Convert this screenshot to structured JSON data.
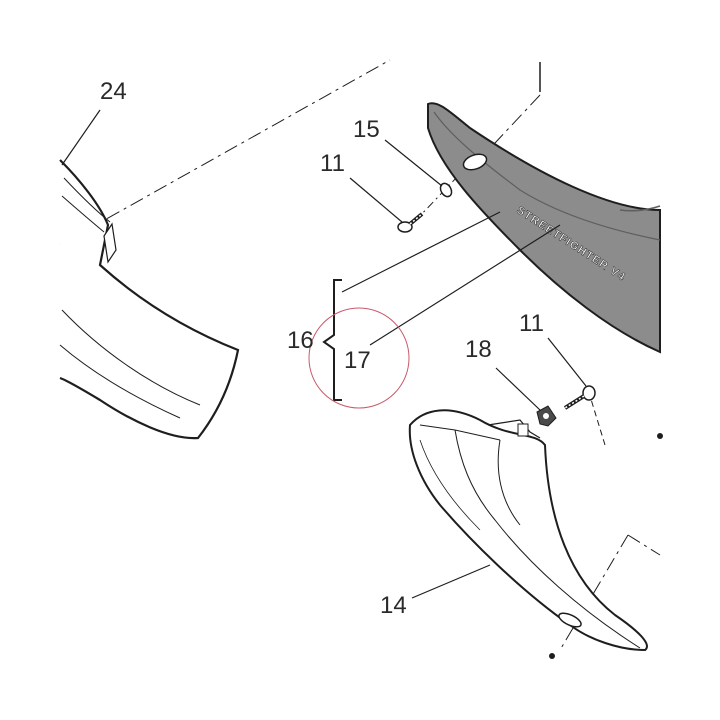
{
  "diagram": {
    "callouts": {
      "c24": "24",
      "c15": "15",
      "c11a": "11",
      "c16": "16",
      "c17": "17",
      "c18": "18",
      "c11b": "11",
      "c14": "14"
    },
    "decal_text": "STREETFIGHTER V4",
    "colors": {
      "panel_fill": "#8c8c8c",
      "panel_dark": "#5f5f5f",
      "highlight_circle": "#c85a6a",
      "line": "#1e1e1e"
    }
  }
}
